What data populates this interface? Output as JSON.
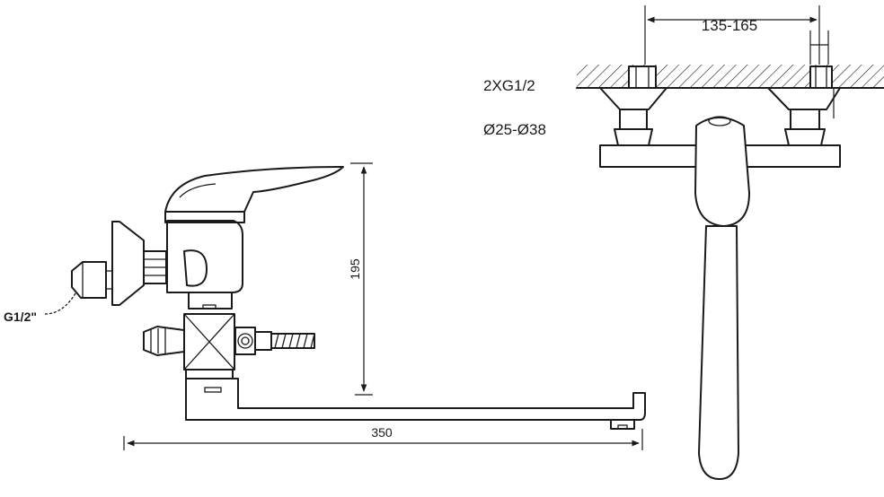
{
  "side_view": {
    "thread_label": "G1/2\"",
    "height_dim": "195",
    "spout_length_dim": "350"
  },
  "front_view": {
    "spacing_dim": "135-165",
    "connection_label": "2XG1/2",
    "diameter_label": "Ø25-Ø38"
  }
}
